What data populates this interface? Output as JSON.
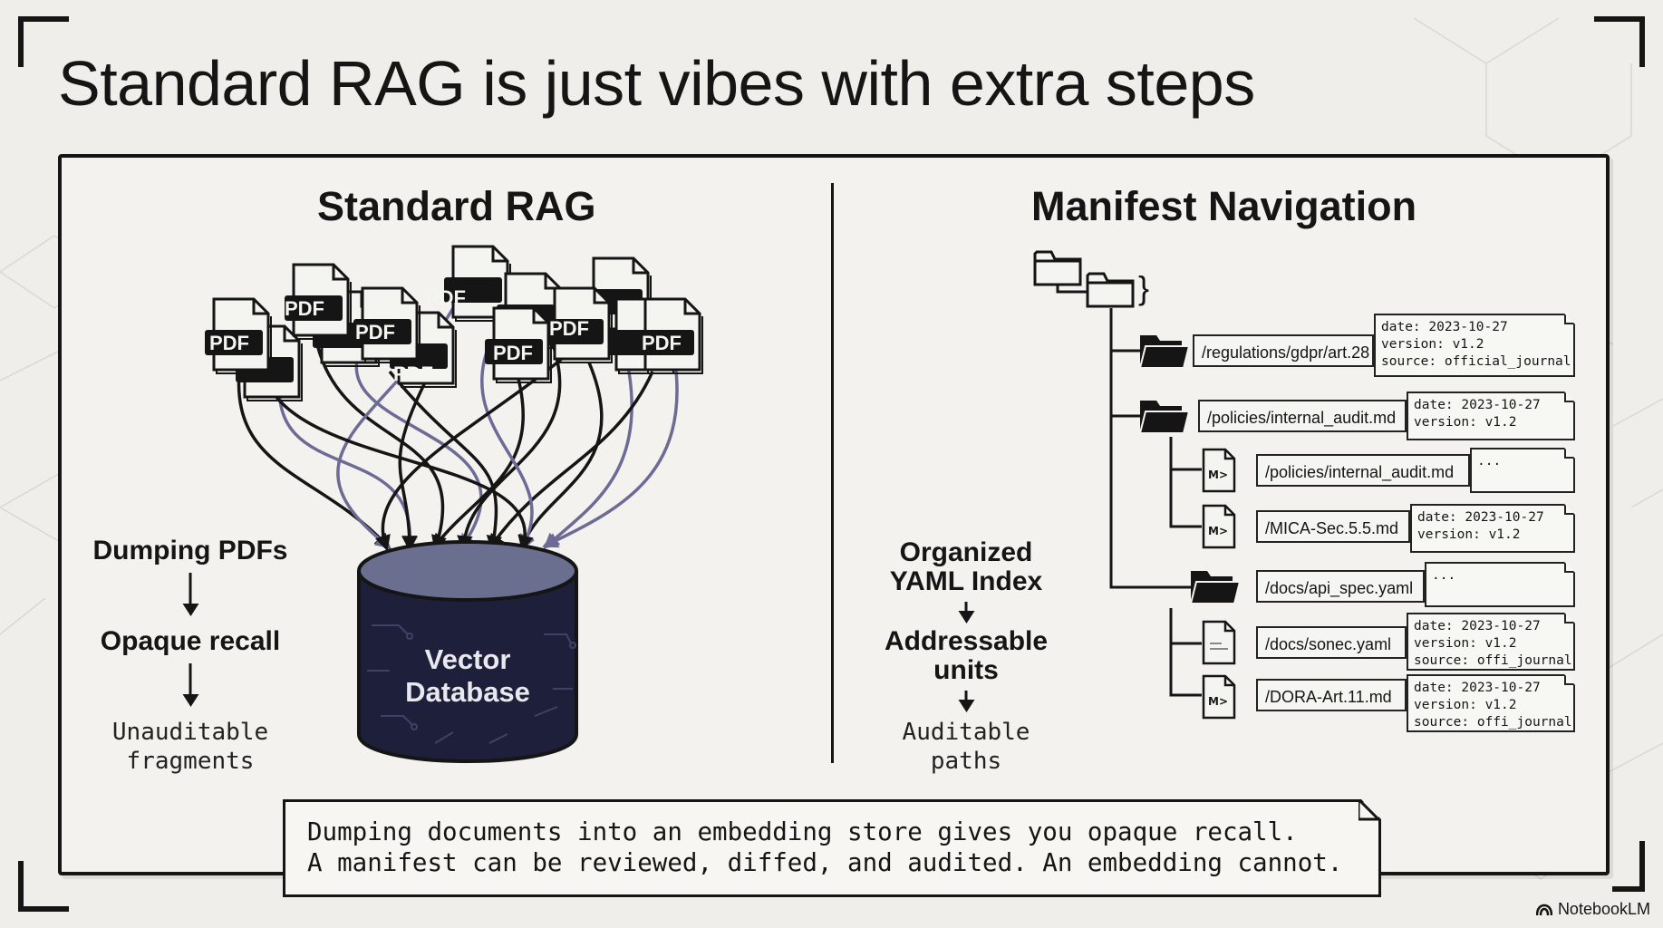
{
  "slide": {
    "title": "Standard RAG is just vibes with extra steps",
    "brand": "NotebookLM"
  },
  "left": {
    "heading": "Standard RAG",
    "pdf_label": "PDF",
    "database_label_line1": "Vector",
    "database_label_line2": "Database",
    "flow": {
      "step1": "Dumping PDFs",
      "step2": "Opaque recall",
      "step3_line1": "Unauditable",
      "step3_line2": "fragments"
    }
  },
  "right": {
    "heading": "Manifest Navigation",
    "brace": "}",
    "flow": {
      "step1_line1": "Organized",
      "step1_line2": "YAML Index",
      "step2_line1": "Addressable",
      "step2_line2": "units",
      "step3_line1": "Auditable",
      "step3_line2": "paths"
    },
    "tree": [
      {
        "path": "/regulations/gdpr/art.28",
        "meta": [
          "date: 2023-10-27",
          "version: v1.2",
          "source: official_journal"
        ]
      },
      {
        "path": "/policies/internal_audit.md",
        "meta": [
          "date: 2023-10-27",
          "version: v1.2"
        ]
      },
      {
        "path": "/policies/internal_audit.md",
        "meta": [
          "..."
        ]
      },
      {
        "path": "/MICA-Sec.5.5.md",
        "meta": [
          "date: 2023-10-27",
          "version: v1.2"
        ]
      },
      {
        "path": "/docs/api_spec.yaml",
        "meta": [
          "..."
        ]
      },
      {
        "path": "/docs/sonec.yaml",
        "meta": [
          "date: 2023-10-27",
          "version: v1.2",
          "source: offi_journal"
        ]
      },
      {
        "path": "/DORA-Art.11.md",
        "meta": [
          "date: 2023-10-27",
          "version: v1.2",
          "source: offi_journal"
        ]
      }
    ]
  },
  "caption": {
    "line1": "Dumping documents into an embedding store gives you opaque recall.",
    "line2": "A manifest can be reviewed, diffed, and audited. An embedding cannot."
  }
}
